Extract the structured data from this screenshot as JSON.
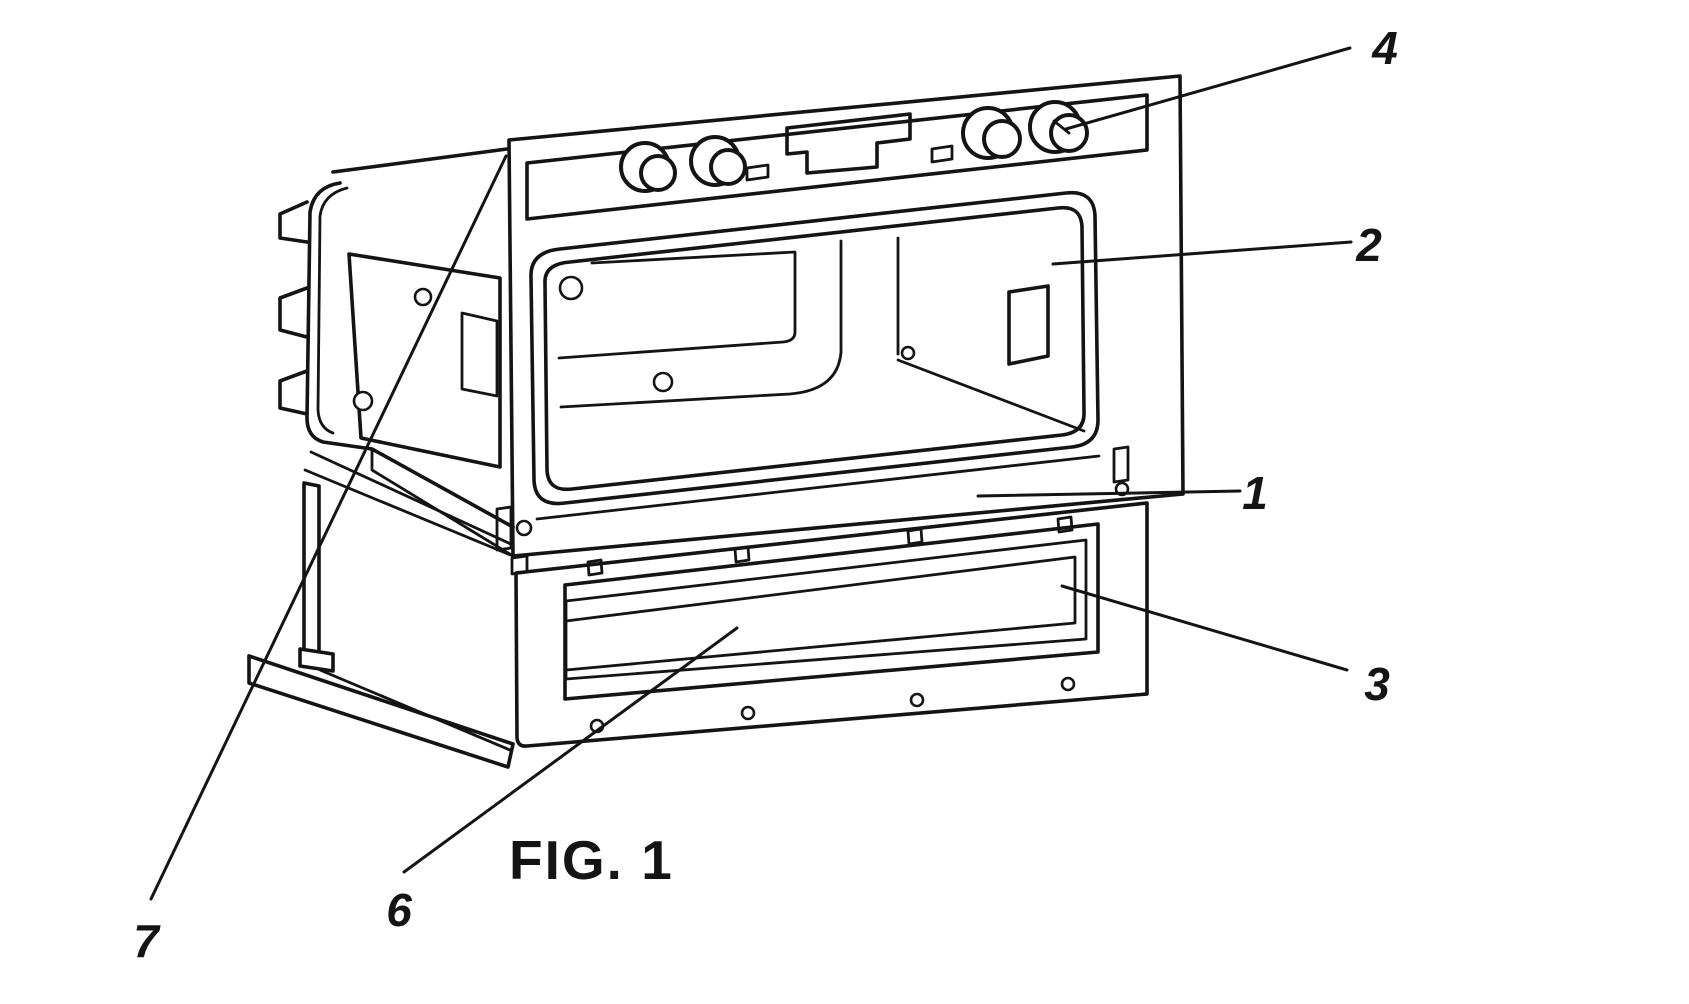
{
  "figure": {
    "caption": "FIG. 1"
  },
  "reference_labels": {
    "r1": "1",
    "r2": "2",
    "r3": "3",
    "r4": "4",
    "r6": "6",
    "r7": "7"
  },
  "drawing": {
    "type": "patent-line-drawing",
    "subject": "built-in oven perspective view",
    "ink_color": "#141414",
    "paper_color": "#ffffff"
  }
}
